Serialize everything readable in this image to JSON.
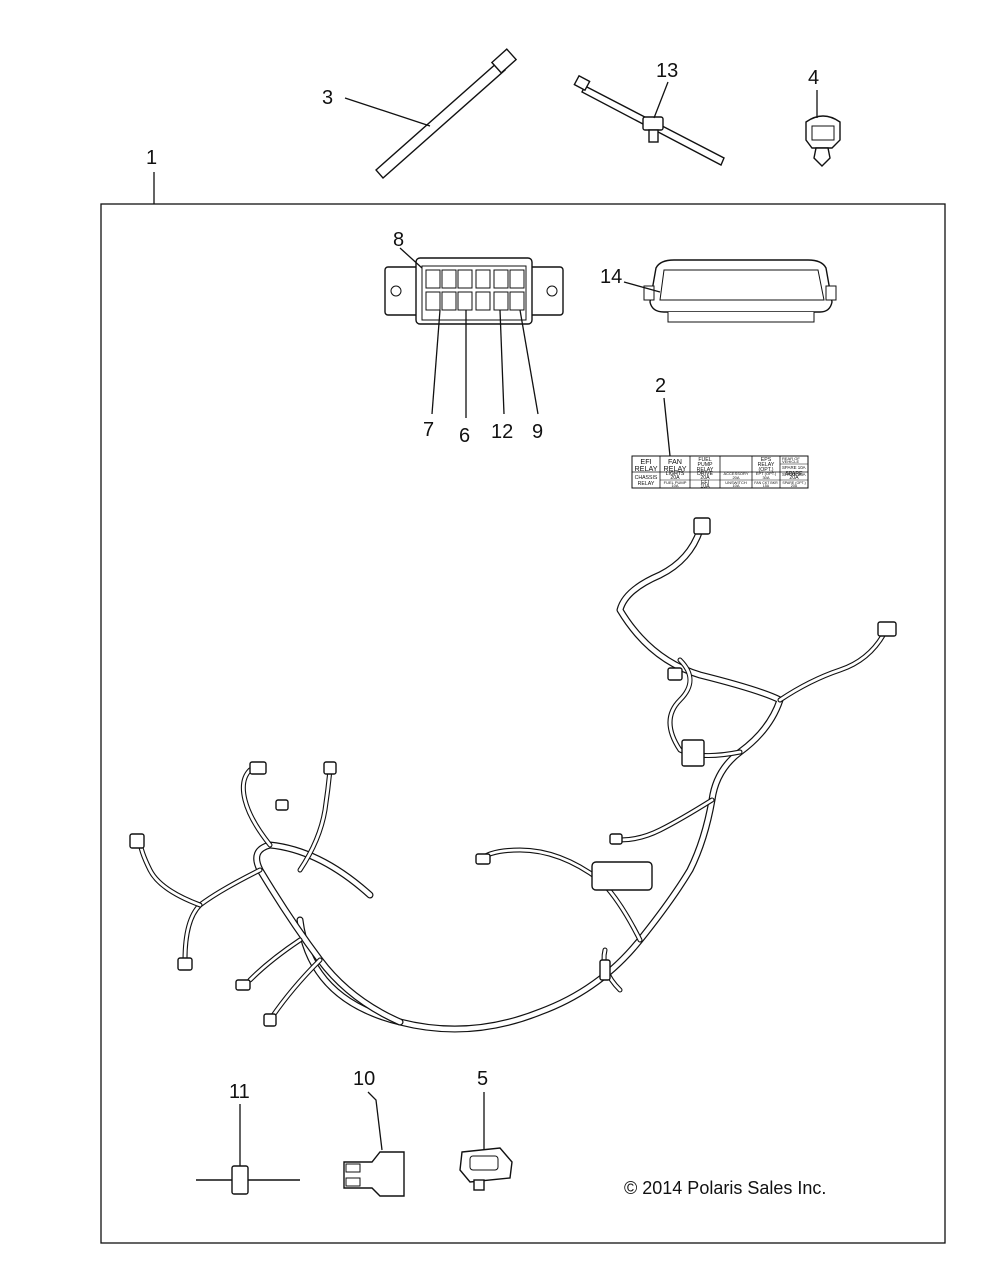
{
  "diagram": {
    "callouts": {
      "c1": "1",
      "c2": "2",
      "c3": "3",
      "c4": "4",
      "c5": "5",
      "c6": "6",
      "c7": "7",
      "c8": "8",
      "c9": "9",
      "c10": "10",
      "c11": "11",
      "c12": "12",
      "c13": "13",
      "c14": "14"
    },
    "copyright": "© 2014 Polaris Sales Inc.",
    "fuse_label": {
      "efi_relay_1": "EFI",
      "efi_relay_2": "RELAY",
      "fan_relay_1": "FAN",
      "fan_relay_2": "RELAY",
      "fuel_pump_relay_1": "FUEL",
      "fuel_pump_relay_2": "PUMP",
      "fuel_pump_relay_3": "RELAY",
      "eps_relay_1": "EPS",
      "eps_relay_2": "RELAY",
      "eps_relay_3": "(OPT.)",
      "rear_of_vehicle_1": "REAR OF",
      "rear_of_vehicle_2": "VEHICLE",
      "spare_10a": "SPARE 10A",
      "spare_20a_top": "SPARE 20A",
      "chassis_relay_1": "CHASSIS",
      "chassis_relay_2": "RELAY",
      "lights_1": "LIGHTS",
      "lights_2": "20A",
      "drive_1": "DRIVE",
      "drive_2": "20A",
      "accessory_1": "ACCESSORY",
      "accessory_2": "20A",
      "ept_opt_1": "EPT (OPT.)",
      "ept_opt_2": "30A",
      "spare_20a_1": "SPARE",
      "spare_20a_2": "20A",
      "fuel_pump_10a_1": "FUEL PUMP",
      "fuel_pump_10a_2": "10A",
      "efi_10a_1": "EFI",
      "efi_10a_2": "10A",
      "unswitch_1": "UNSWITCH",
      "unswitch_2": "10A",
      "fan_ckt_bkr_1": "FAN CKT BKR",
      "fan_ckt_bkr_2": "15A",
      "spare_opt_1": "SPARE (OPT.)",
      "spare_opt_2": "20A"
    }
  }
}
